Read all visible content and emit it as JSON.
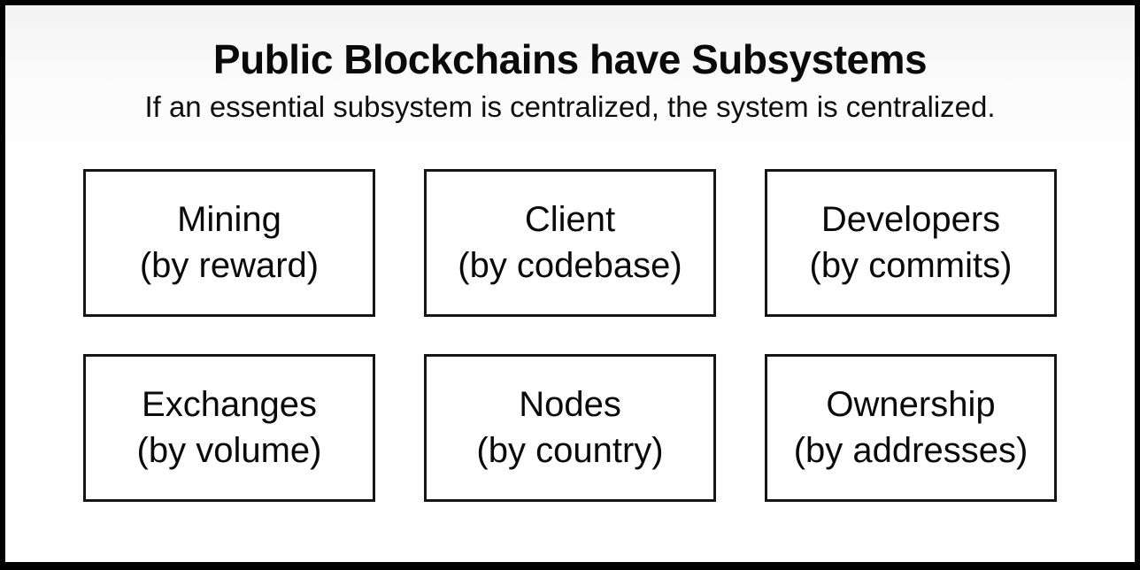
{
  "slide": {
    "title": "Public Blockchains have Subsystems",
    "subtitle": "If an essential subsystem is centralized, the system is centralized.",
    "boxes": [
      {
        "label": "Mining",
        "qualifier": "(by reward)"
      },
      {
        "label": "Client",
        "qualifier": "(by codebase)"
      },
      {
        "label": "Developers",
        "qualifier": "(by commits)"
      },
      {
        "label": "Exchanges",
        "qualifier": "(by volume)"
      },
      {
        "label": "Nodes",
        "qualifier": "(by country)"
      },
      {
        "label": "Ownership",
        "qualifier": "(by addresses)"
      }
    ],
    "colors": {
      "text": "#0a0a0a",
      "box_border": "#161616",
      "frame_border": "#000000",
      "background": "#ffffff",
      "top_gradient": "#f3f3f3"
    }
  }
}
